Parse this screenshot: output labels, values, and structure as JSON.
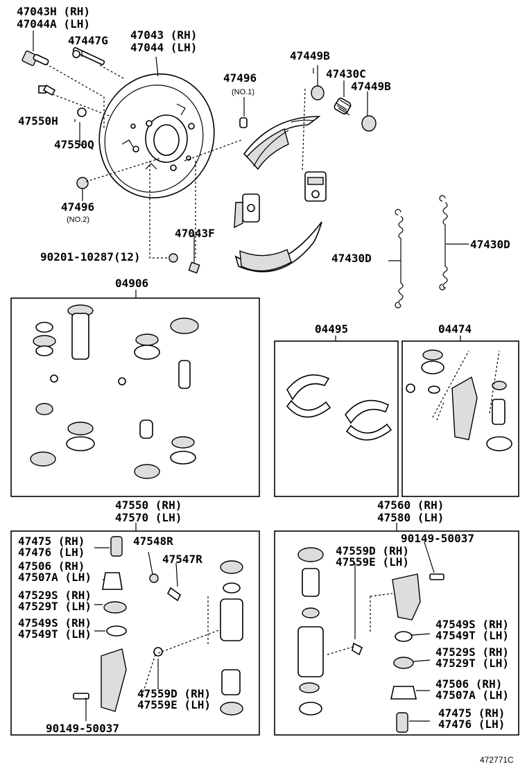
{
  "labels": {
    "p47043H": "47043H (RH)",
    "p47044A": "47044A (LH)",
    "p47447G": "47447G",
    "p47043": "47043 (RH)",
    "p47044": "47044 (LH)",
    "p47449B_a": "47449B",
    "p47430C": "47430C",
    "p47449B_b": "47449B",
    "p47496_1": "47496",
    "p47496_1_sub": "(NO.1)",
    "p47550H": "47550H",
    "p47550Q": "47550Q",
    "p47496_2": "47496",
    "p47496_2_sub": "(NO.2)",
    "p47043F": "47043F",
    "p90201": "90201-10287(12)",
    "p47430D_a": "47430D",
    "p47430D_b": "47430D",
    "k04906": "04906",
    "k04495": "04495",
    "k04474": "04474",
    "a47550": "47550 (RH)",
    "a47570": "47570 (LH)",
    "a47560": "47560 (RH)",
    "a47580": "47580 (LH)",
    "l47475": "47475 (RH)",
    "l47476": "47476 (LH)",
    "l47548R": "47548R",
    "l47547R": "47547R",
    "l47506": "47506 (RH)",
    "l47507A": "47507A (LH)",
    "l47529S": "47529S (RH)",
    "l47529T": "47529T (LH)",
    "l47549S": "47549S (RH)",
    "l47549T": "47549T (LH)",
    "l47559D": "47559D (RH)",
    "l47559E": "47559E (LH)",
    "l90149": "90149-50037",
    "r90149": "90149-50037",
    "r47559D": "47559D (RH)",
    "r47559E": "47559E (LH)",
    "r47549S": "47549S (RH)",
    "r47549T": "47549T (LH)",
    "r47529S": "47529S (RH)",
    "r47529T": "47529T (LH)",
    "r47506": "47506 (RH)",
    "r47507A": "47507A (LH)",
    "r47475": "47475 (RH)",
    "r47476": "47476 (LH)",
    "figure_id": "472771C"
  }
}
